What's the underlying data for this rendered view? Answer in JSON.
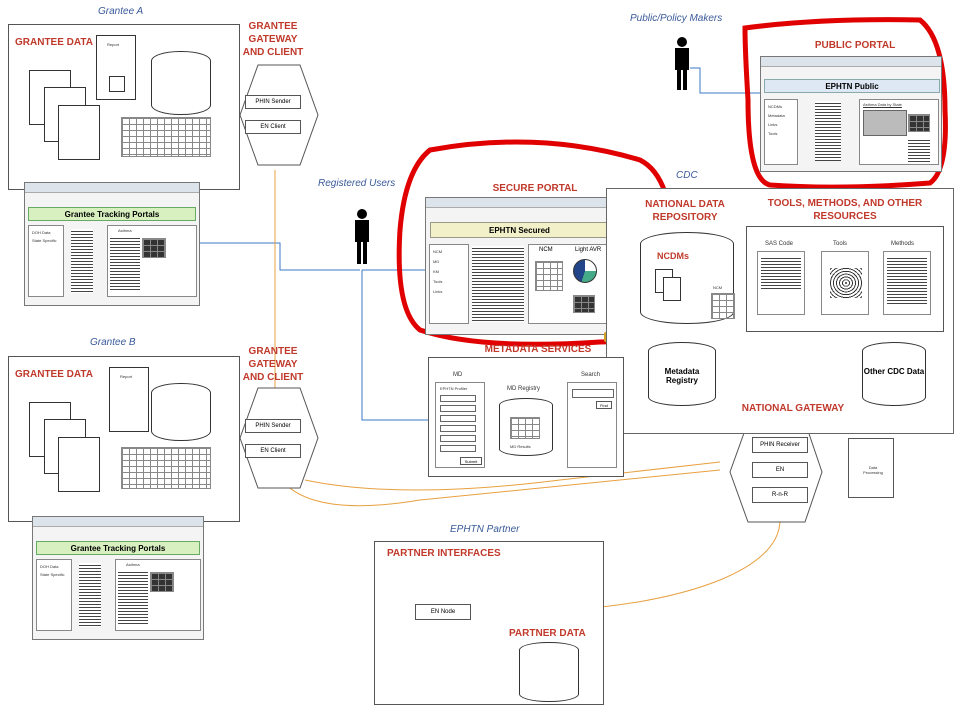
{
  "grantee_a": {
    "label": "Grantee A",
    "data_title": "GRANTEE DATA",
    "report_label": "Report",
    "gateway_title": "GRANTEE GATEWAY AND CLIENT",
    "phin_sender": "PHIN Sender",
    "en_client": "EN Client",
    "portal_title": "Grantee Tracking Portals",
    "portal_menu": [
      "DOH Data",
      "State Specific"
    ],
    "portal_chart_label": "Asthma"
  },
  "grantee_b": {
    "label": "Grantee B",
    "data_title": "GRANTEE DATA",
    "report_label": "Report",
    "gateway_title": "GRANTEE GATEWAY AND CLIENT",
    "phin_sender": "PHIN Sender",
    "en_client": "EN Client",
    "portal_title": "Grantee Tracking Portals",
    "portal_menu": [
      "DOH Data",
      "State Specific"
    ],
    "portal_chart_label": "Asthma"
  },
  "public": {
    "actor_label": "Public/Policy Makers",
    "title": "PUBLIC PORTAL",
    "window_title": "EPHTN Public",
    "menu": [
      "NCDMs",
      "Metadata",
      "Links",
      "Tools"
    ],
    "map_label": "Asthma Data by State"
  },
  "secure": {
    "actor_label": "Registered Users",
    "title": "SECURE PORTAL",
    "window_title": "EPHTN Secured",
    "menu": [
      "NCM",
      "MD",
      "KM",
      "Tools",
      "Links"
    ],
    "ncm_label": "NCM",
    "light_label": "Light AVR"
  },
  "cdc": {
    "label": "CDC",
    "ndr_title": "NATIONAL DATA REPOSITORY",
    "ncdms_label": "NCDMs",
    "ncm_label": "NCM",
    "tools_title": "TOOLS, METHODS, AND OTHER RESOURCES",
    "tools_cols": [
      "SAS Code",
      "Tools",
      "Methods"
    ],
    "metadata_registry": "Metadata Registry",
    "other_cdc_data": "Other CDC Data",
    "national_gateway": "NATIONAL GATEWAY",
    "phin_receiver": "PHIN Receiver",
    "en": "EN",
    "rnr": "R-n-R",
    "data_processing": "Data Processing"
  },
  "metadata": {
    "title": "METADATA SERVICES",
    "md_label": "MD",
    "md_registry": "MD Registry",
    "search_label": "Search",
    "profiler": "EPHTN Profiler",
    "submit": "Submit",
    "find": "Find",
    "md_results": "MD Results"
  },
  "partner": {
    "label": "EPHTN Partner",
    "interfaces_title": "PARTNER INTERFACES",
    "en_node": "EN Node",
    "data_title": "PARTNER DATA"
  },
  "colors": {
    "title_red": "#c0392b",
    "highlight_red": "#e00000",
    "label_blue": "#3a5a9a",
    "link_blue": "#3a7ac8",
    "link_orange": "#e8a040",
    "portal_green": "#d8f0c0"
  }
}
